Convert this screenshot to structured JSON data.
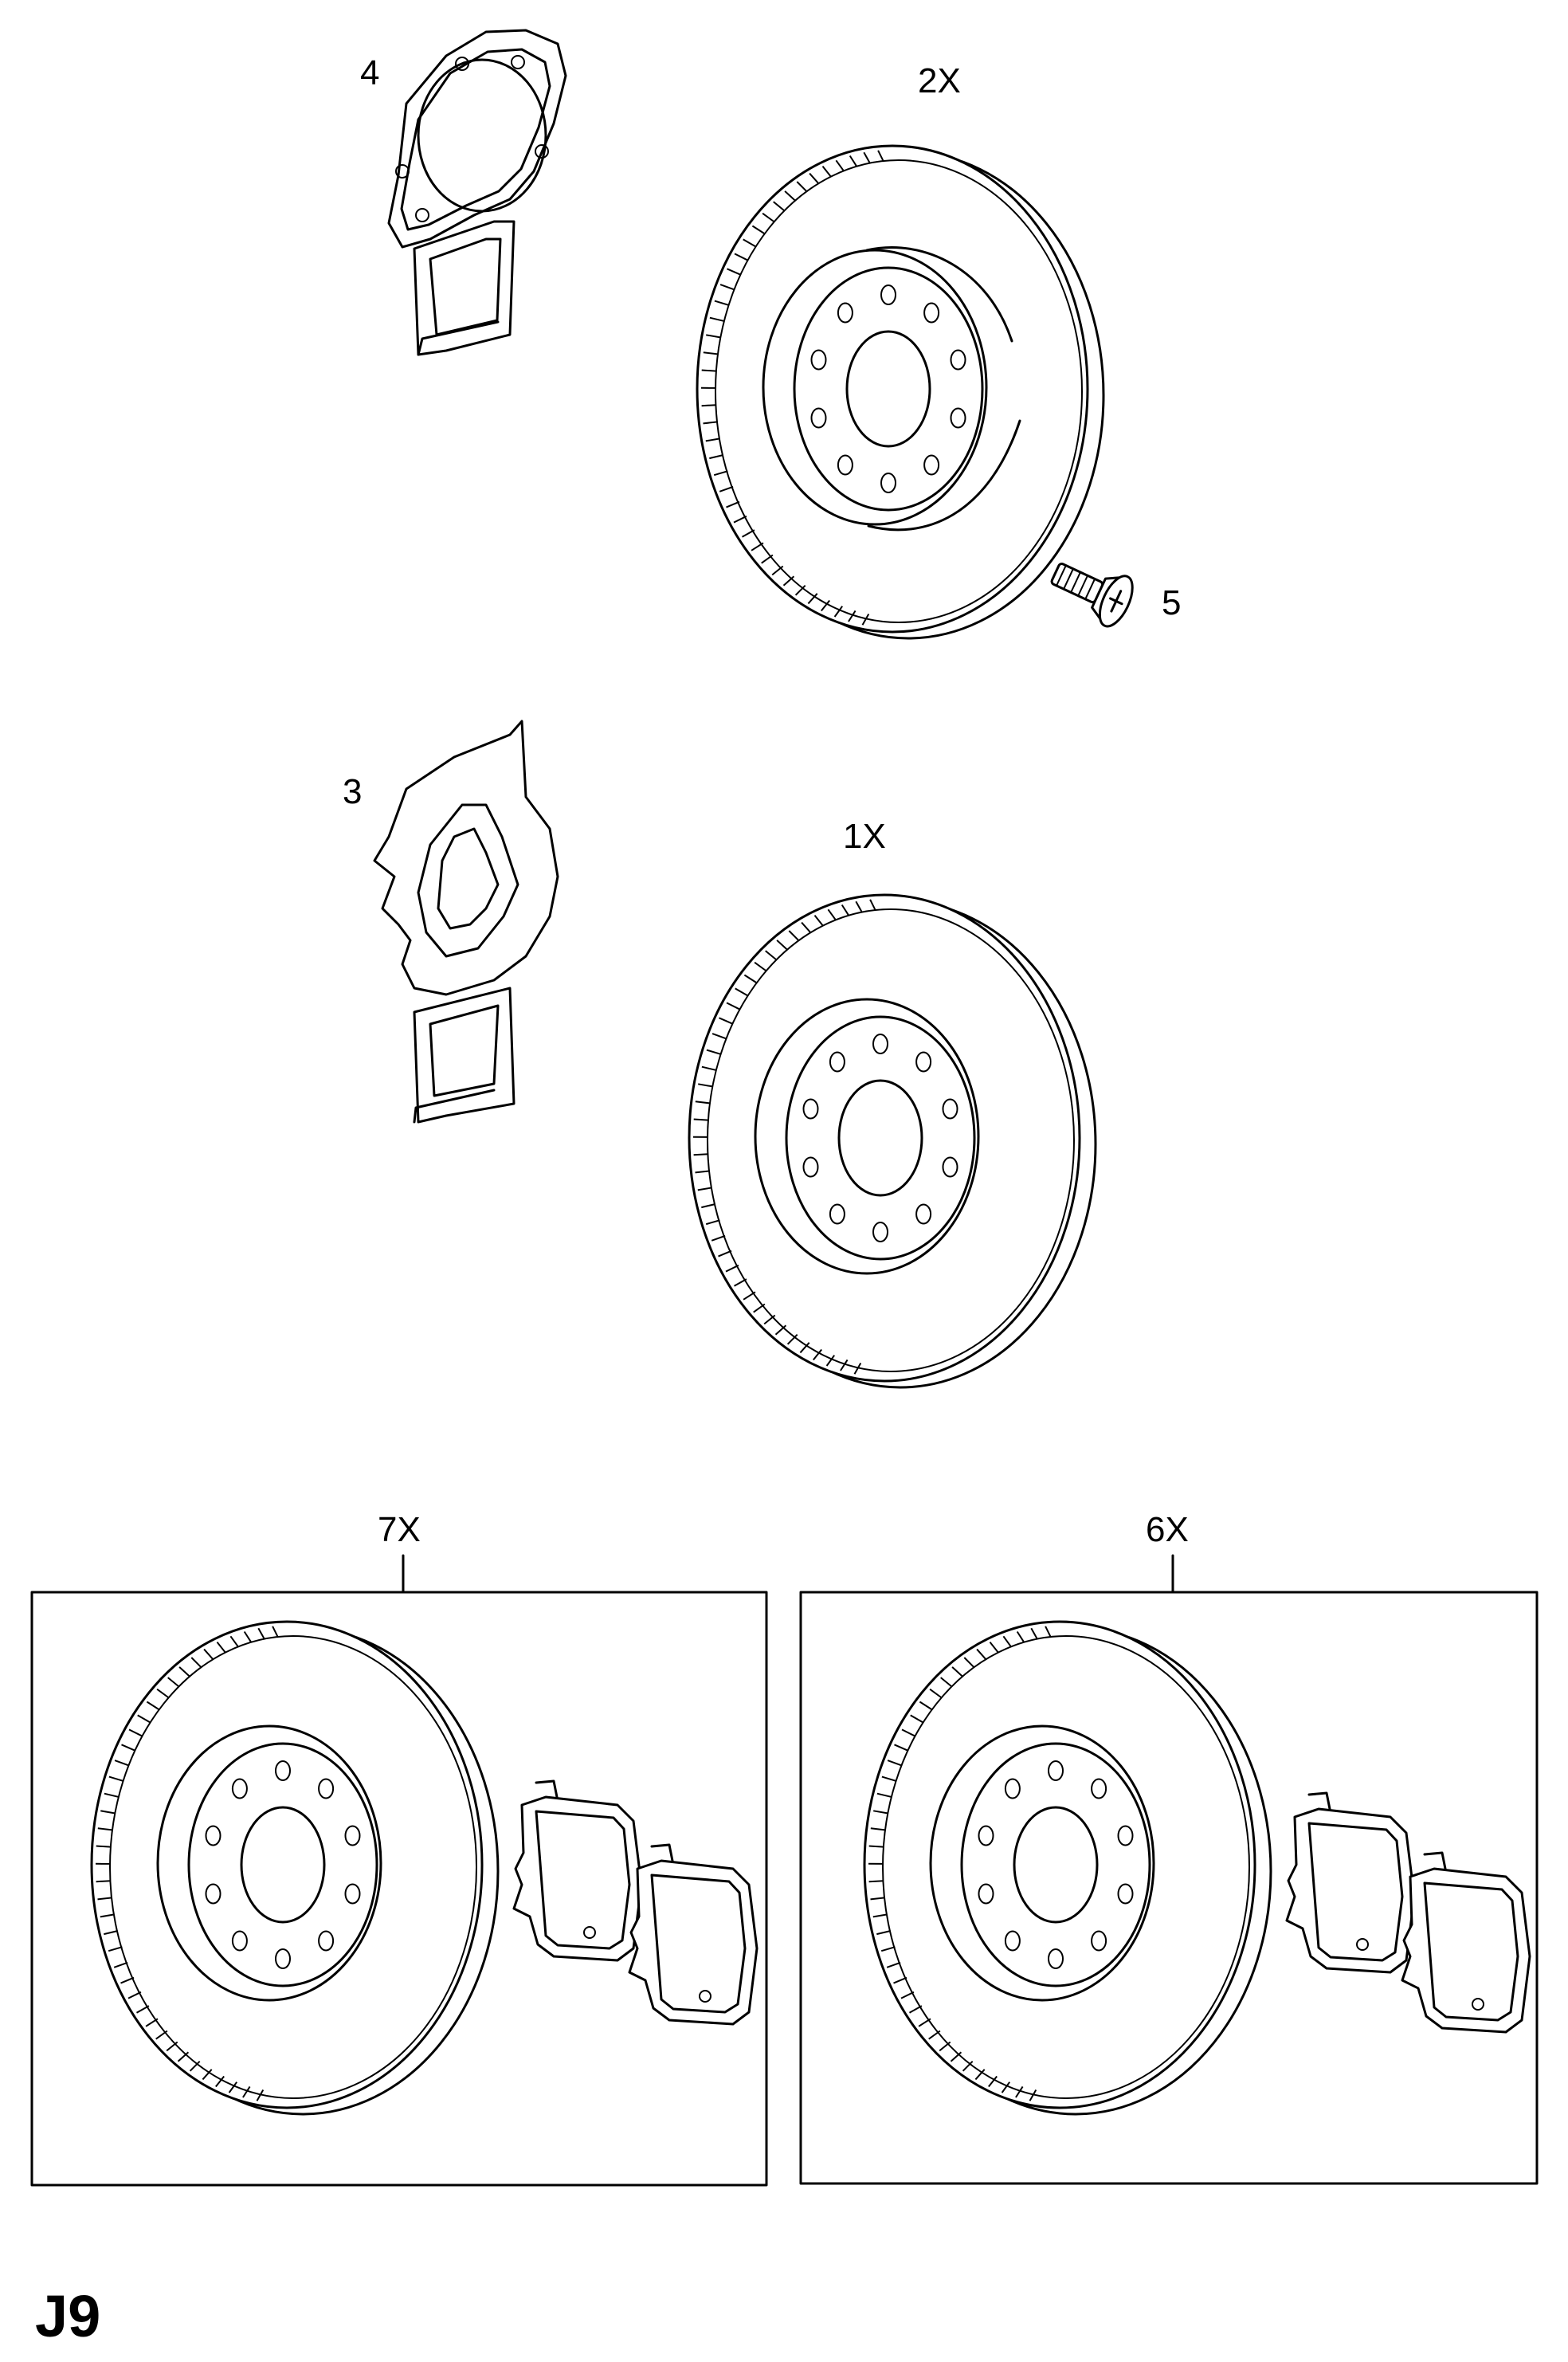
{
  "parts": [
    {
      "id": "disc-front-upper",
      "callout": "2X"
    },
    {
      "id": "backing-plate-upper",
      "callout": "4"
    },
    {
      "id": "screw",
      "callout": "5"
    },
    {
      "id": "backing-plate-lower",
      "callout": "3"
    },
    {
      "id": "disc-front-lower",
      "callout": "1X"
    },
    {
      "id": "kit-left",
      "callout": "7X"
    },
    {
      "id": "kit-right",
      "callout": "6X"
    }
  ],
  "page_code": "J9",
  "colors": {
    "line": "#000000",
    "background": "#ffffff"
  }
}
